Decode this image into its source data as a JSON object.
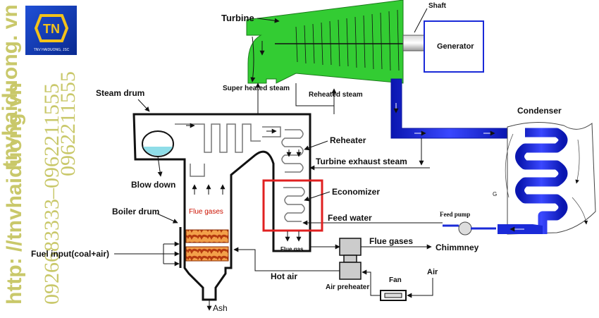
{
  "logo": {
    "caption": "TNV HAIDUONG, JSC"
  },
  "watermark": {
    "site": "tnvhaiduong. vn",
    "url": "http: //tnvhaiduong.vn",
    "phones_top": "0962211555",
    "phones_left": "0926683333–0962211555"
  },
  "labels": {
    "turbine": "Turbine",
    "shaft": "Shaft",
    "generator": "Generator",
    "super_heated_steam": "Super heated steam",
    "reheated_steam": "Reheated steam",
    "steam_drum": "Steam drum",
    "condenser": "Condenser",
    "reheater": "Reheater",
    "turbine_exhaust_steam": "Turbine exhaust steam",
    "blow_down": "Blow down",
    "economizer": "Economizer",
    "g_label": "G",
    "boiler_drum": "Boiler drum",
    "flue_gases_inside": "Flue gases",
    "feed_water": "Feed water",
    "feed_pump": "Feed pump",
    "fuel_input": "Fuel input(coal+air)",
    "flue_gas_small": "Flue gas",
    "flue_gases": "Flue gases",
    "chimmney": "Chimmney",
    "hot_air": "Hot air",
    "air": "Air",
    "fan": "Fan",
    "air_preheater": "Air preheater",
    "ash": "Ash"
  },
  "colors": {
    "turbine": "#33cc33",
    "condenser_pipe": "#1a2ad8",
    "highlight_box": "#e02020",
    "water": "#8fdde8",
    "flue_gas_text": "#cc1100",
    "fire": "#c0441a",
    "watermark": "#c9c86a"
  }
}
